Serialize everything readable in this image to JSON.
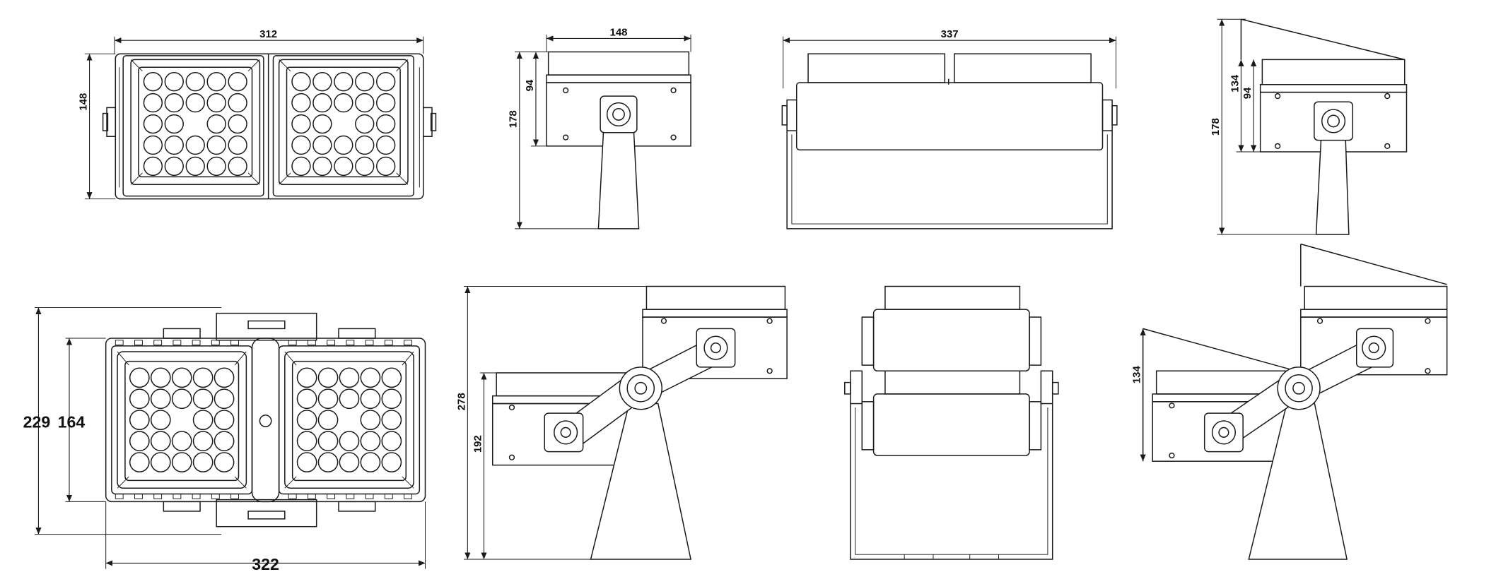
{
  "dimensions": {
    "front_width": "312",
    "front_height": "148",
    "side_width": "148",
    "side_mount_height": "178",
    "side_body_height": "94",
    "top_width": "337",
    "angled_height_outer": "178",
    "angled_height_a": "134",
    "angled_height_b": "94",
    "double_total_height": "229",
    "double_body_height": "164",
    "double_width": "322",
    "double_side_total": "278",
    "double_side_lower": "192",
    "double_angled_height": "134"
  },
  "colors": {
    "line": "#1a1a1a",
    "background": "#ffffff"
  }
}
